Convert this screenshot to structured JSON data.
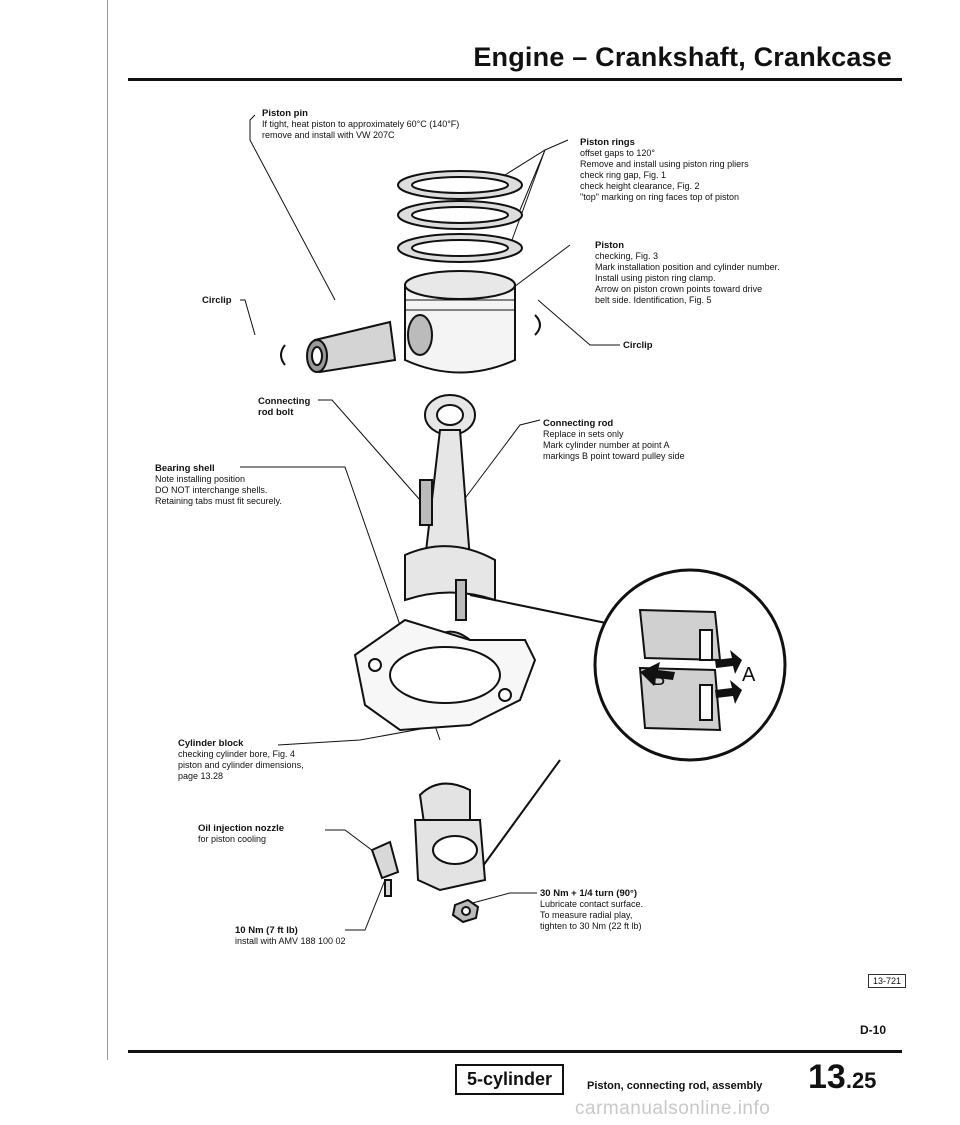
{
  "header": {
    "title": "Engine – Crankshaft, Crankcase"
  },
  "callouts": {
    "piston_pin": {
      "title": "Piston pin",
      "lines": [
        "If tight, heat piston to approximately 60°C (140°F)",
        "remove and install with VW 207C"
      ]
    },
    "piston_rings": {
      "title": "Piston rings",
      "lines": [
        "offset gaps to 120°",
        "Remove and install using piston ring pliers",
        "check ring gap, Fig. 1",
        "check height clearance, Fig. 2",
        "\"top\" marking on ring faces top of piston"
      ]
    },
    "piston": {
      "title": "Piston",
      "lines": [
        "checking, Fig. 3",
        "Mark installation position and cylinder number.",
        "Install using piston ring clamp.",
        "Arrow on piston crown points toward drive",
        "belt side. Identification, Fig. 5"
      ]
    },
    "circlip_left": {
      "title": "Circlip"
    },
    "circlip_right": {
      "title": "Circlip"
    },
    "conrod_bolt": {
      "title_line1": "Connecting",
      "title_line2": "rod bolt"
    },
    "connecting_rod": {
      "title": "Connecting rod",
      "lines": [
        "Replace in sets only",
        "Mark cylinder number at point A",
        "markings B point toward pulley side"
      ]
    },
    "bearing_shell": {
      "title": "Bearing shell",
      "lines": [
        "Note installing position",
        "DO NOT interchange shells.",
        "Retaining tabs must fit securely."
      ]
    },
    "cylinder_block": {
      "title": "Cylinder block",
      "lines": [
        "checking cylinder bore, Fig. 4",
        "piston and cylinder dimensions,",
        "page 13.28"
      ]
    },
    "oil_nozzle": {
      "title": "Oil injection nozzle",
      "lines": [
        "for piston cooling"
      ]
    },
    "nozzle_torque": {
      "title": "10 Nm (7 ft lb)",
      "lines": [
        "install with AMV 188 100 02"
      ]
    },
    "cap_torque": {
      "title": "30 Nm + 1/4 turn (90°)",
      "lines": [
        "Lubricate contact surface.",
        "To measure radial play,",
        "tighten to 30 Nm (22 ft lb)"
      ]
    }
  },
  "detail_labels": {
    "a": "A",
    "b": "B"
  },
  "footer": {
    "figure_number": "13-721",
    "doc_code": "D-10",
    "variant": "5-cylinder",
    "section": "Piston, connecting rod, assembly",
    "page_major": "13",
    "page_minor": ".25",
    "watermark": "carmanualsonline.info"
  }
}
